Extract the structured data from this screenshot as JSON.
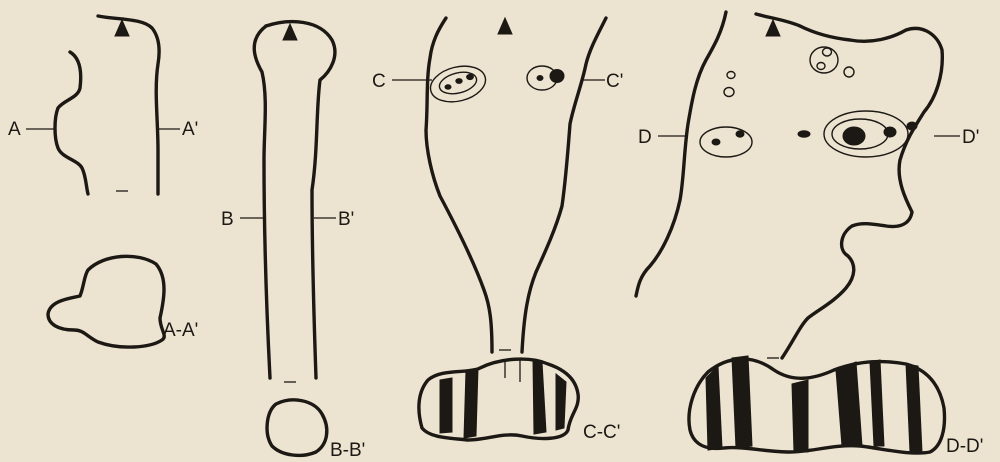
{
  "labels": {
    "a": "A",
    "a_prime": "A'",
    "a_section": "A-A'",
    "b": "B",
    "b_prime": "B'",
    "b_section": "B-B'",
    "c": "C",
    "c_prime": "C'",
    "c_section": "C-C'",
    "d": "D",
    "d_prime": "D'",
    "d_section": "D-D'"
  },
  "colors": {
    "background": "#ece4d1",
    "ink": "#1c1814",
    "axis_gradient": [
      "#e8a03a",
      "#6aa6c8",
      "#9ac06a"
    ]
  },
  "icons": [
    "arrow-up-icon"
  ]
}
